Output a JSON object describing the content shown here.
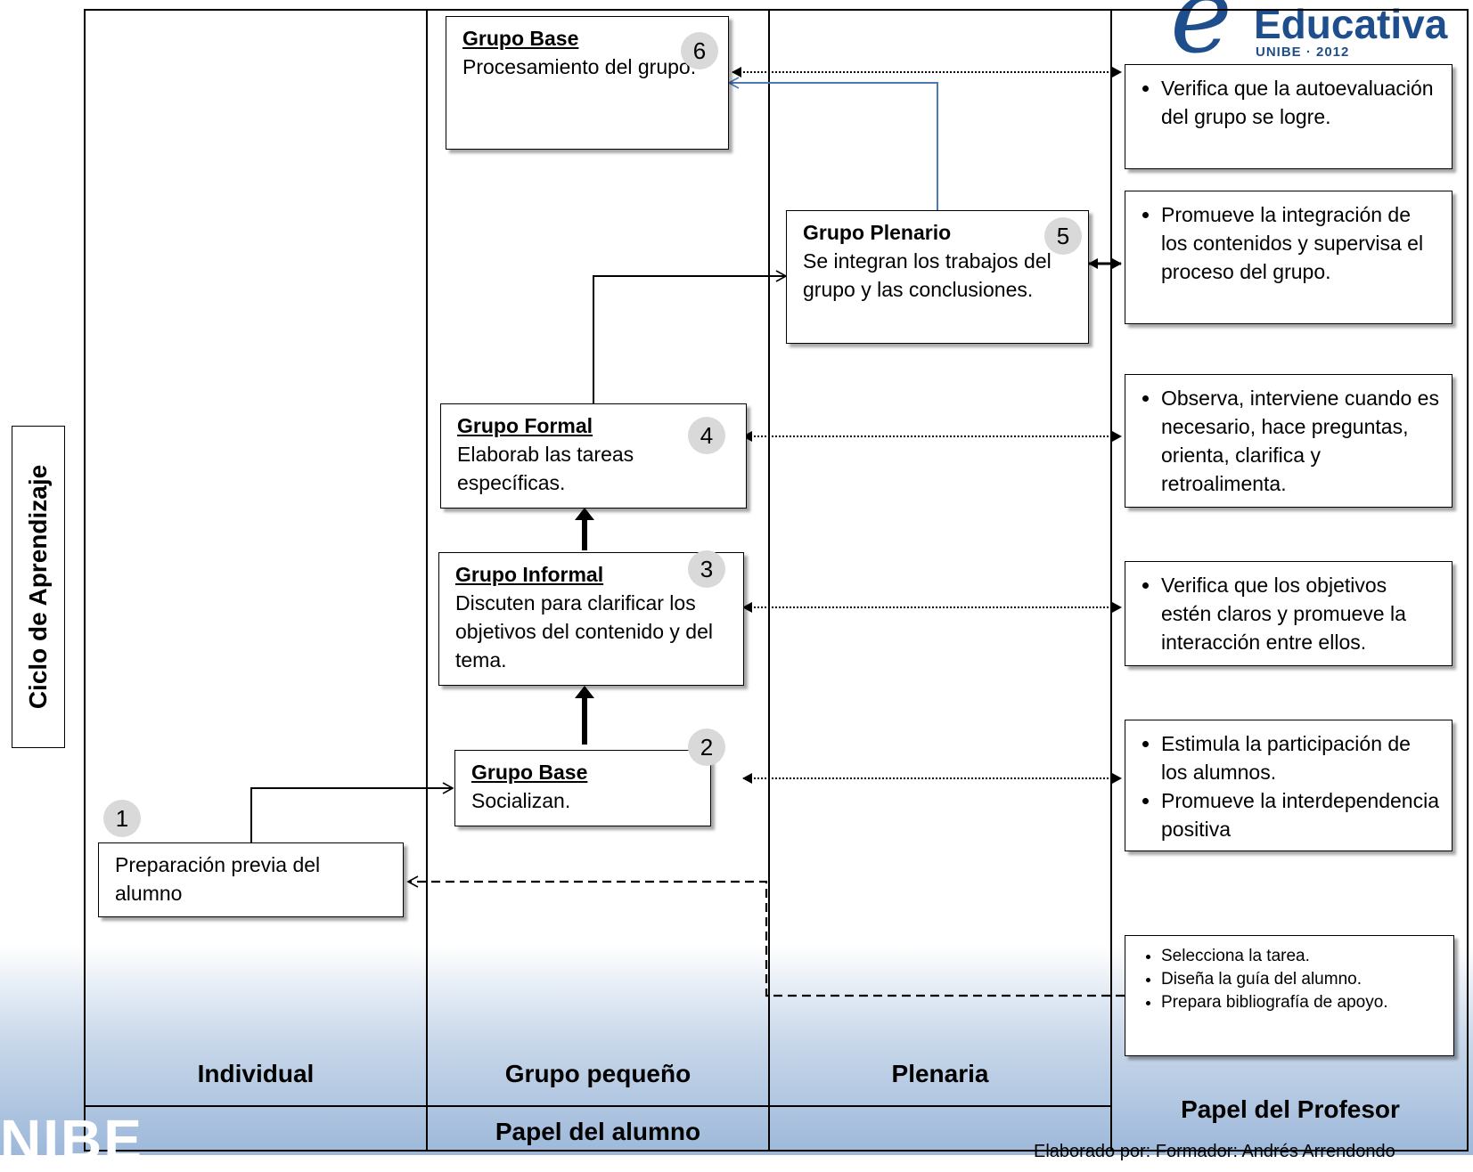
{
  "logo": {
    "letter": "e",
    "word": "Educativa",
    "sub": "UNIBE · 2012"
  },
  "side_label": "Ciclo  de Aprendizaje",
  "columns": {
    "individual": "Individual",
    "grupo_pequeno": "Grupo pequeño",
    "plenaria": "Plenaria",
    "papel_alumno": "Papel del alumno",
    "papel_profesor": "Papel del Profesor"
  },
  "steps": [
    {
      "num": "1",
      "title": "",
      "desc": "Preparación previa del alumno"
    },
    {
      "num": "2",
      "title": "Grupo Base",
      "desc": "Socializan."
    },
    {
      "num": "3",
      "title": "Grupo Informal",
      "desc": "Discuten para clarificar los objetivos del contenido y del tema."
    },
    {
      "num": "4",
      "title": "Grupo Formal",
      "desc": "Elaborab las tareas específicas."
    },
    {
      "num": "5",
      "title": "Grupo Plenario",
      "desc": "Se integran los trabajos del grupo y las conclusiones."
    },
    {
      "num": "6",
      "title": "Grupo Base",
      "desc": "Procesamiento del grupo."
    }
  ],
  "profesor": [
    {
      "items": [
        "Verifica que la autoevaluación del grupo se logre."
      ]
    },
    {
      "items": [
        "Promueve la integración de los contenidos y supervisa el proceso del grupo."
      ]
    },
    {
      "items": [
        "Observa, interviene cuando es necesario, hace preguntas, orienta, clarifica y retroalimenta."
      ]
    },
    {
      "items": [
        "Verifica que los objetivos estén claros y promueve la interacción entre ellos."
      ]
    },
    {
      "items": [
        "Estimula la participación de los alumnos.",
        "Promueve la interdependencia positiva"
      ]
    },
    {
      "items": [
        "Selecciona la tarea.",
        "Diseña la guía del alumno.",
        "Prepara bibliografía de apoyo."
      ]
    }
  ],
  "credit": "Elaborado por: Formador: Andrés Arrendondo"
}
